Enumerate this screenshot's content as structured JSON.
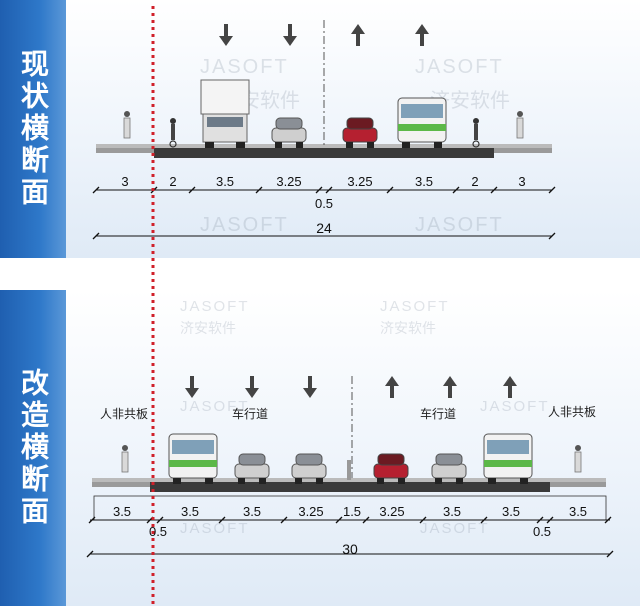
{
  "existing": {
    "title": "现状横断面",
    "dimensions": [
      "3",
      "2",
      "3.5",
      "3.25",
      "3.25",
      "3.5",
      "2",
      "3"
    ],
    "median": "0.5",
    "total": "24"
  },
  "proposed": {
    "title": "改造横断面",
    "labels": [
      "人非共板",
      "车行道",
      "车行道",
      "人非共板"
    ],
    "dimensions": [
      "3.5",
      "3.5",
      "3.5",
      "3.25",
      "1.5",
      "3.25",
      "3.5",
      "3.5",
      "3.5"
    ],
    "small_left": "0.5",
    "small_right": "0.5",
    "total": "30"
  },
  "watermark": {
    "latin": "JASOFT",
    "cn": "济安软件"
  },
  "colors": {
    "sidebar": "#2e78c9",
    "road": "#3a3a3a",
    "redline": "#d0202a",
    "arrow": "#444444"
  }
}
